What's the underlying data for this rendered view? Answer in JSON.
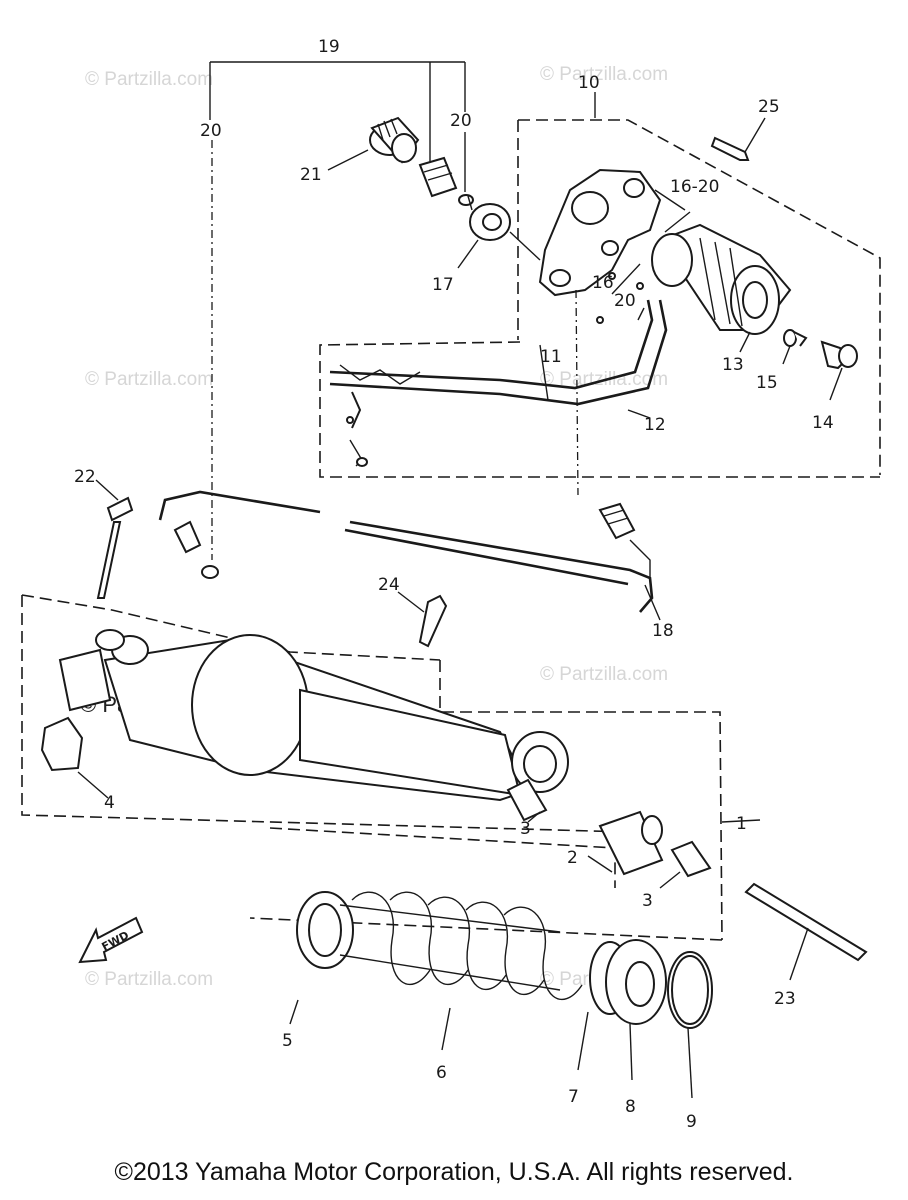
{
  "callouts": [
    "1",
    "2",
    "3",
    "3",
    "4",
    "5",
    "6",
    "7",
    "8",
    "9",
    "10",
    "11",
    "12",
    "13",
    "14",
    "15",
    "16",
    "16-20",
    "17",
    "18",
    "19",
    "20",
    "20",
    "20",
    "21",
    "22",
    "23",
    "24",
    "25"
  ],
  "watermarks": [
    "© Partzilla.com",
    "© Partzilla.com",
    "© Partzilla.com",
    "© Partzilla.com",
    "© Partzilla.com",
    "© Partzilla.com",
    "© Partzilla.com",
    "© Partzilla.com"
  ],
  "fwd_label": "FWD",
  "copyright": "©2013  Yamaha Motor Corporation, U.S.A. All rights reserved."
}
